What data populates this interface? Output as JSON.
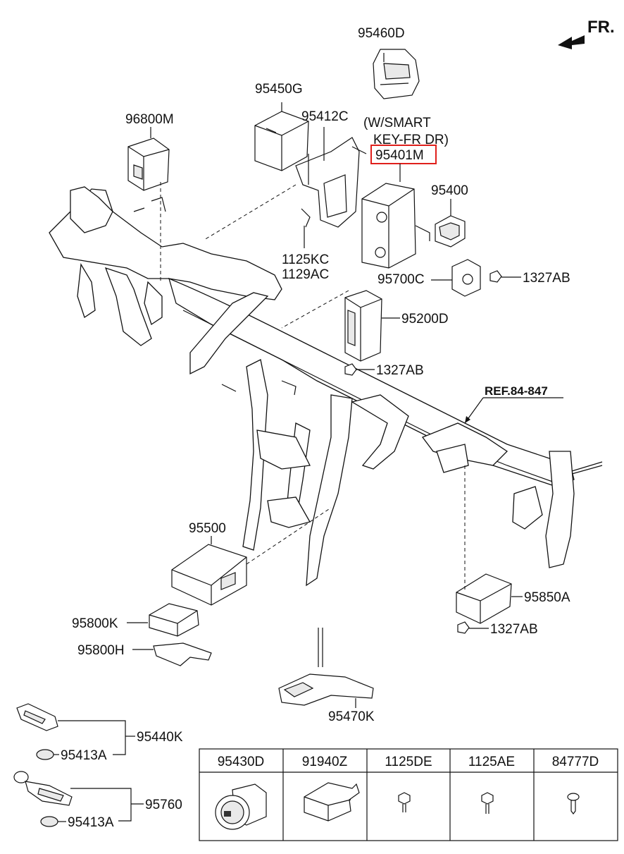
{
  "direction": {
    "label": "FR."
  },
  "parts": {
    "p95460D": "95460D",
    "p95450G": "95450G",
    "p95412C": "95412C",
    "p96800M": "96800M",
    "note_line1": "(W/SMART",
    "note_line2": "KEY-FR DR)",
    "p95401M": "95401M",
    "p95400": "95400",
    "p1125KC": "1125KC",
    "p1129AC": "1129AC",
    "p95700C": "95700C",
    "p1327AB_a": "1327AB",
    "p95200D": "95200D",
    "p1327AB_b": "1327AB",
    "ref": "REF.84-847",
    "p95500": "95500",
    "p95850A": "95850A",
    "p1327AB_c": "1327AB",
    "p95800K": "95800K",
    "p95800H": "95800H",
    "p95470K": "95470K",
    "p95440K": "95440K",
    "p95413A_a": "95413A",
    "p95760": "95760",
    "p95413A_b": "95413A"
  },
  "table": {
    "headers": [
      "95430D",
      "91940Z",
      "1125DE",
      "1125AE",
      "84777D"
    ]
  },
  "colors": {
    "highlight": "#e0201c",
    "line": "#111111"
  }
}
